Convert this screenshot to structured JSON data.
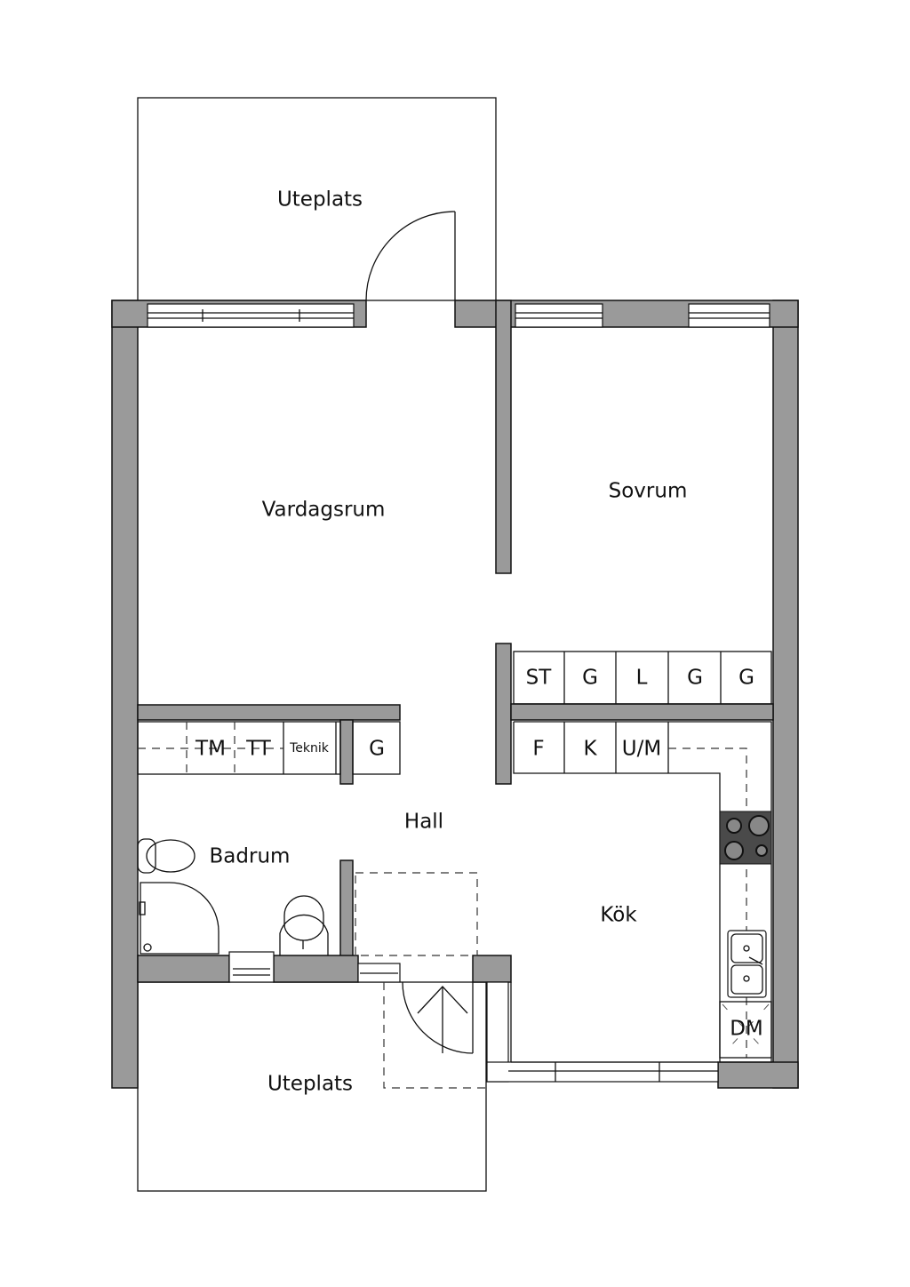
{
  "rooms": {
    "patio_top": "Uteplats",
    "living_room": "Vardagsrum",
    "bedroom": "Sovrum",
    "hall": "Hall",
    "bathroom": "Badrum",
    "kitchen": "Kök",
    "patio_bottom": "Uteplats"
  },
  "bedroom_storage": [
    "ST",
    "G",
    "L",
    "G",
    "G"
  ],
  "hall_storage": [
    "TM",
    "TT",
    "Teknik",
    "G"
  ],
  "kitchen_units": [
    "F",
    "K",
    "U/M",
    "DM"
  ],
  "colors": {
    "wall": "#9a9a9a",
    "stove": "#4a4a4a"
  }
}
